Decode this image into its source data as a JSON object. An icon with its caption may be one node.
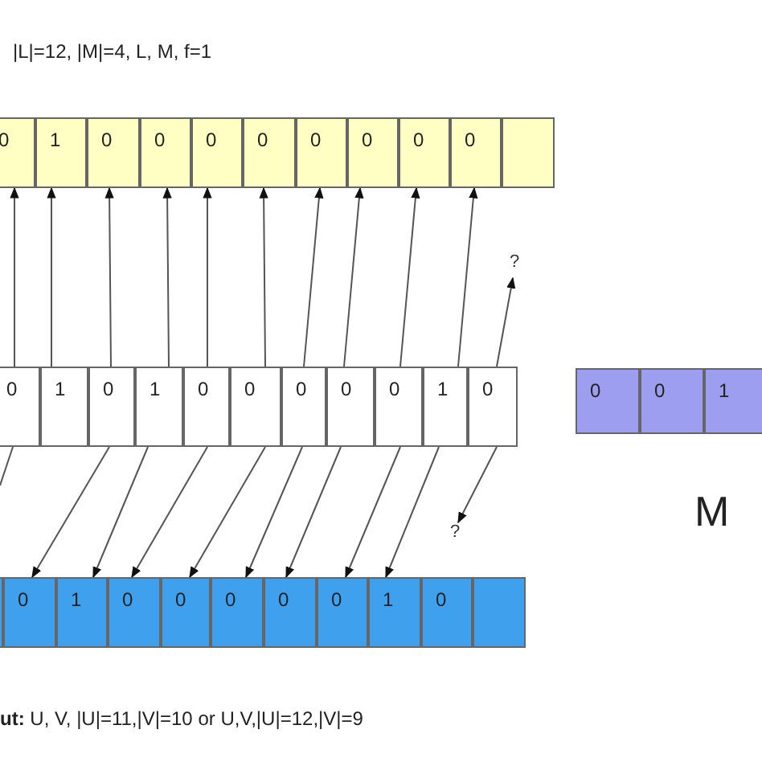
{
  "diagram": {
    "nodes": [
      {
        "text": [
          "0"
        ]
      },
      {
        "text": [
          "1"
        ]
      },
      {
        "text": [
          "0"
        ]
      },
      {
        "text": [
          "0"
        ]
      },
      {
        "text": [
          "0"
        ]
      },
      {
        "text": [
          "0"
        ]
      },
      {
        "text": [
          "0"
        ]
      },
      {
        "text": [
          "0"
        ]
      },
      {
        "text": [
          "0"
        ]
      },
      {
        "text": [
          "0"
        ]
      },
      {
        "text": [],
        "shape": "box"
      },
      {
        "text": [
          "?"
        ]
      },
      {
        "text": [
          "0"
        ]
      },
      {
        "text": [
          "1"
        ]
      },
      {
        "text": [
          "0"
        ]
      },
      {
        "text": [
          "1"
        ]
      },
      {
        "text": [
          "0"
        ]
      },
      {
        "text": [
          "0"
        ]
      },
      {
        "text": [
          "0"
        ]
      },
      {
        "text": [
          "0"
        ]
      },
      {
        "text": [
          "0"
        ]
      },
      {
        "text": [
          "1"
        ]
      },
      {
        "text": [
          "0"
        ]
      },
      {
        "text": [
          "0"
        ]
      },
      {
        "text": [
          "0"
        ]
      },
      {
        "text": [
          "1"
        ]
      },
      {
        "text": [
          "?"
        ]
      },
      {
        "text": [],
        "shape": "box"
      },
      {
        "text": [
          "0"
        ]
      },
      {
        "text": [
          "1"
        ]
      },
      {
        "text": [
          "0"
        ]
      },
      {
        "text": [
          "0"
        ]
      },
      {
        "text": [
          "0"
        ]
      },
      {
        "text": [
          "0"
        ]
      },
      {
        "text": [
          "0"
        ]
      },
      {
        "text": [
          "1"
        ]
      },
      {
        "text": [
          "0"
        ]
      },
      {
        "text": [],
        "shape": "box"
      }
    ],
    "edges": [
      {
        "from": 12,
        "to": 0,
        "arrow": "to"
      },
      {
        "from": 13,
        "to": 1,
        "arrow": "to"
      },
      {
        "from": 14,
        "to": 2,
        "arrow": "to"
      },
      {
        "from": 15,
        "to": 3,
        "arrow": "to"
      },
      {
        "from": 16,
        "to": 4,
        "arrow": "to"
      },
      {
        "from": 17,
        "to": 5,
        "arrow": "to"
      },
      {
        "from": 18,
        "to": 6,
        "arrow": "to"
      },
      {
        "from": 19,
        "to": 7,
        "arrow": "to"
      },
      {
        "from": 20,
        "to": 8,
        "arrow": "to"
      },
      {
        "from": 21,
        "to": 9,
        "arrow": "to"
      },
      {
        "from": 22,
        "to": 11,
        "arrow": "to"
      },
      {
        "from": 12,
        "to": null,
        "arrow": "none"
      },
      {
        "from": 14,
        "to": 28,
        "arrow": "to"
      },
      {
        "from": 15,
        "to": 29,
        "arrow": "to"
      },
      {
        "from": 16,
        "to": 30,
        "arrow": "to"
      },
      {
        "from": 17,
        "to": 31,
        "arrow": "to"
      },
      {
        "from": 18,
        "to": 32,
        "arrow": "to"
      },
      {
        "from": 19,
        "to": 33,
        "arrow": "to"
      },
      {
        "from": 20,
        "to": 34,
        "arrow": "to"
      },
      {
        "from": 21,
        "to": 35,
        "arrow": "to"
      },
      {
        "from": 22,
        "to": 26,
        "arrow": "to"
      }
    ],
    "labels": [
      "|L|=12, |M|=4, L, M, f=1",
      "M",
      "**ut:** U, V, |U|=11,|V|=10 or U,V,|U|=12,|V|=9"
    ]
  }
}
